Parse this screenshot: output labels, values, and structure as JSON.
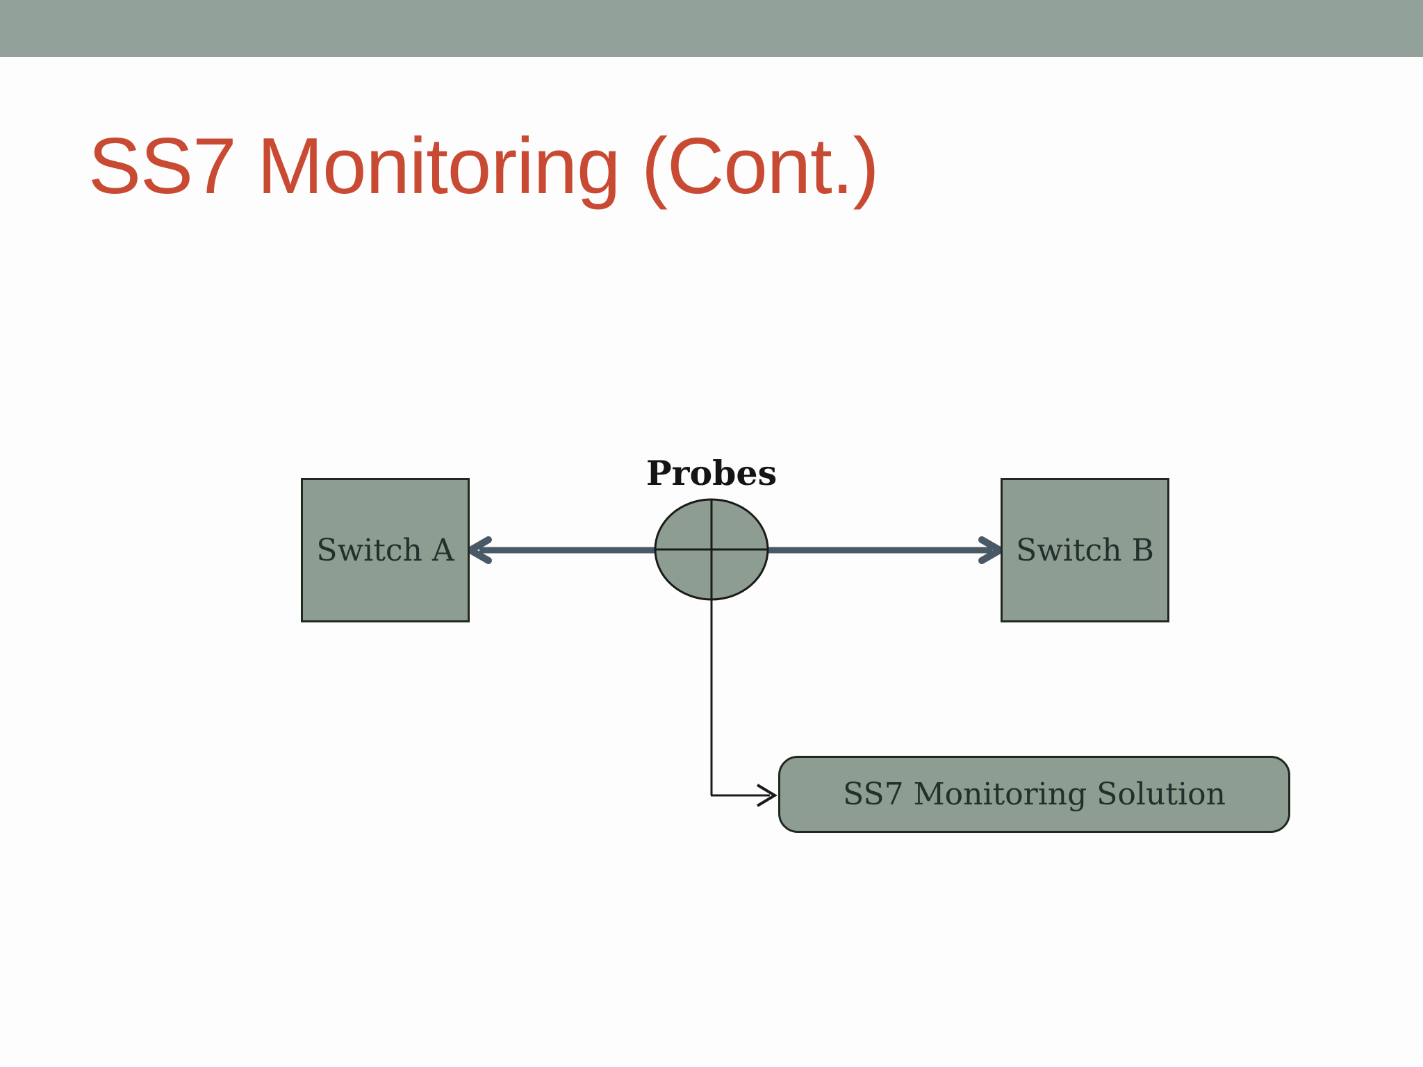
{
  "slide": {
    "title": "SS7 Monitoring (Cont.)"
  },
  "diagram": {
    "switch_a_label": "Switch A",
    "switch_b_label": "Switch B",
    "probes_label": "Probes",
    "monitoring_label": "SS7 Monitoring Solution"
  },
  "colors": {
    "header_bar": "#92A29B",
    "slide_background": "#FDFDFD",
    "title_accent": "#C84A33",
    "node_fill": "#8E9D92",
    "node_border": "#21281F",
    "link_arrow": "#4A5966",
    "thin_line": "#1A1A1A",
    "node_label_text": "#22302B"
  }
}
